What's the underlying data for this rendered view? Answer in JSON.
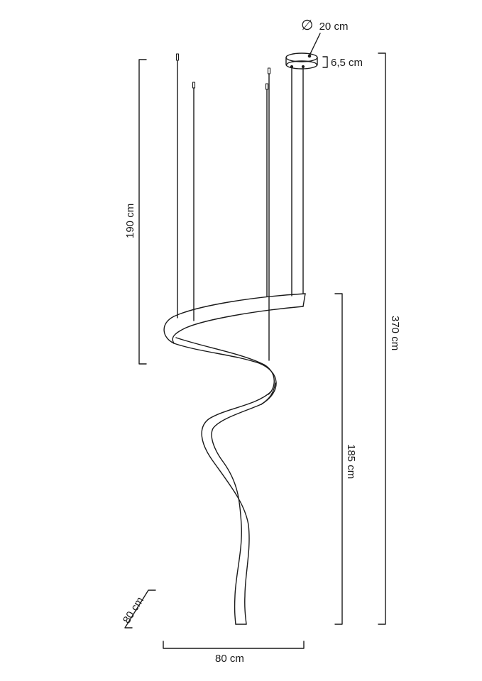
{
  "diagram": {
    "subject": "spiral pendant lamp dimension drawing",
    "line_color": "#1a1a1a",
    "background": "#ffffff",
    "dimensions": {
      "canopy_diameter": "20 cm",
      "canopy_height": "6,5 cm",
      "total_height": "370 cm",
      "cable_length": "190 cm",
      "fixture_height": "185 cm",
      "depth": "80 cm",
      "width": "80 cm"
    },
    "icons": {
      "diameter_symbol": "∅"
    }
  }
}
